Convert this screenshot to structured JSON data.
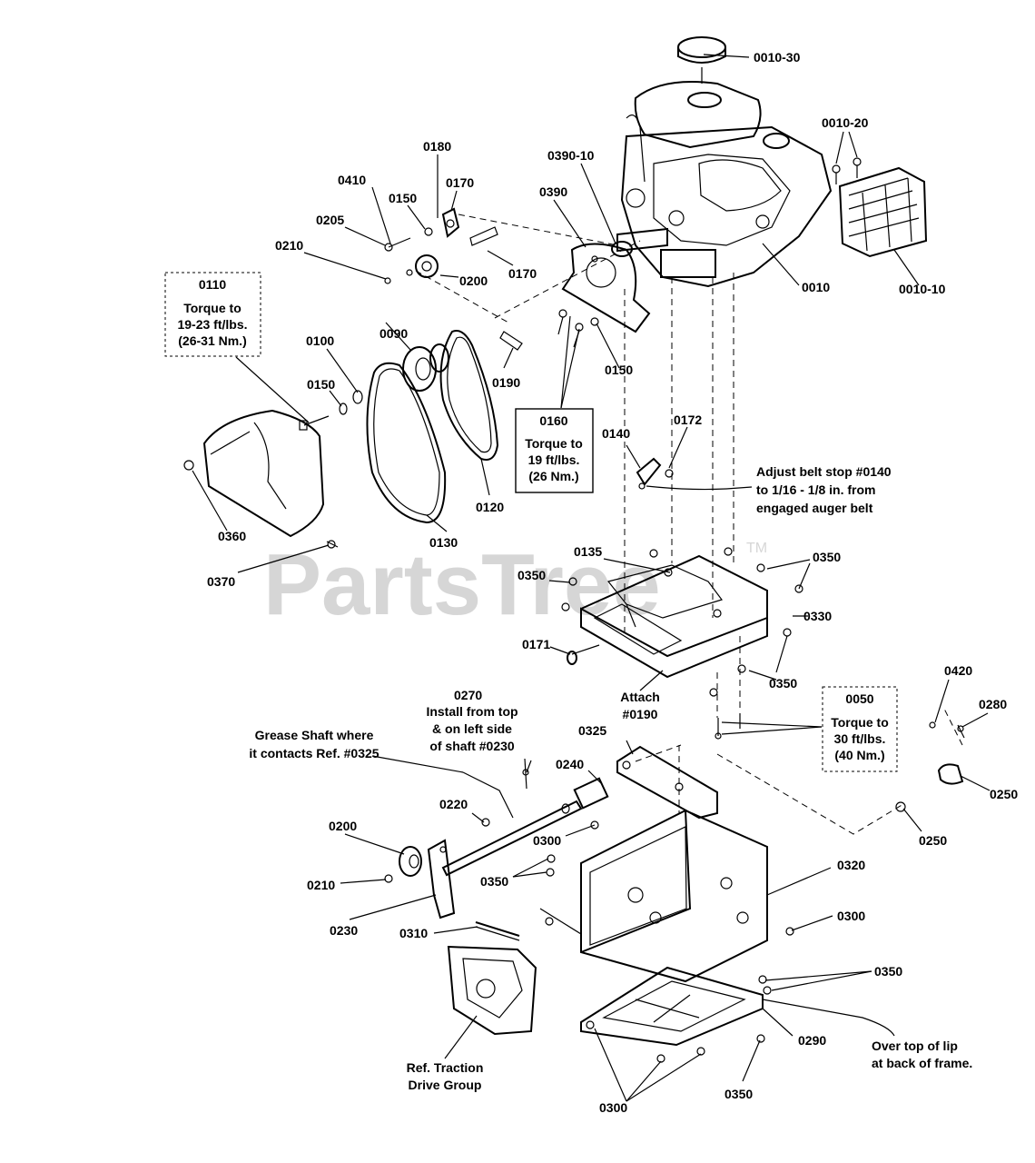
{
  "watermark": {
    "text": "PartsTree",
    "tm": "TM"
  },
  "labels": {
    "p0010_30": "0010-30",
    "p0010_20": "0010-20",
    "p0010_10": "0010-10",
    "p0010": "0010",
    "p0390_10": "0390-10",
    "p0390": "0390",
    "p0180": "0180",
    "p0170_a": "0170",
    "p0170_b": "0170",
    "p0410": "0410",
    "p0150_a": "0150",
    "p0150_b": "0150",
    "p0150_c": "0150",
    "p0205": "0205",
    "p0210_a": "0210",
    "p0210_b": "0210",
    "p0200_a": "0200",
    "p0200_b": "0200",
    "p0090": "0090",
    "p0100": "0100",
    "p0190": "0190",
    "p0120": "0120",
    "p0130": "0130",
    "p0360": "0360",
    "p0370": "0370",
    "p0140": "0140",
    "p0172": "0172",
    "p0135": "0135",
    "p0350_a": "0350",
    "p0350_b": "0350",
    "p0350_c": "0350",
    "p0350_d": "0350",
    "p0350_e": "0350",
    "p0350_f": "0350",
    "p0330": "0330",
    "p0171": "0171",
    "p0420": "0420",
    "p0280": "0280",
    "p0250_a": "0250",
    "p0250_b": "0250",
    "p0270": "0270",
    "p0325": "0325",
    "p0240": "0240",
    "p0220": "0220",
    "p0300_a": "0300",
    "p0300_b": "0300",
    "p0300_c": "0300",
    "p0320": "0320",
    "p0230": "0230",
    "p0310": "0310",
    "p0290": "0290"
  },
  "callouts": {
    "box0110": {
      "id": "0110",
      "line1": "Torque to",
      "line2": "19-23 ft/lbs.",
      "line3": "(26-31 Nm.)"
    },
    "box0160": {
      "id": "0160",
      "line1": "Torque to",
      "line2": "19 ft/lbs.",
      "line3": "(26 Nm.)"
    },
    "box0050": {
      "id": "0050",
      "line1": "Torque to",
      "line2": "30 ft/lbs.",
      "line3": "(40 Nm.)"
    }
  },
  "notes": {
    "belt_stop": [
      "Adjust belt stop #0140",
      "to 1/16 - 1/8 in. from",
      "engaged auger belt"
    ],
    "attach": [
      "Attach",
      "#0190"
    ],
    "install": [
      "Install from top",
      "& on left side",
      "of shaft #0230"
    ],
    "grease": [
      "Grease Shaft where",
      "it contacts Ref. #0325"
    ],
    "over_top": [
      "Over top of lip",
      "at back of frame."
    ],
    "ref_traction": [
      "Ref. Traction",
      "Drive Group"
    ]
  }
}
